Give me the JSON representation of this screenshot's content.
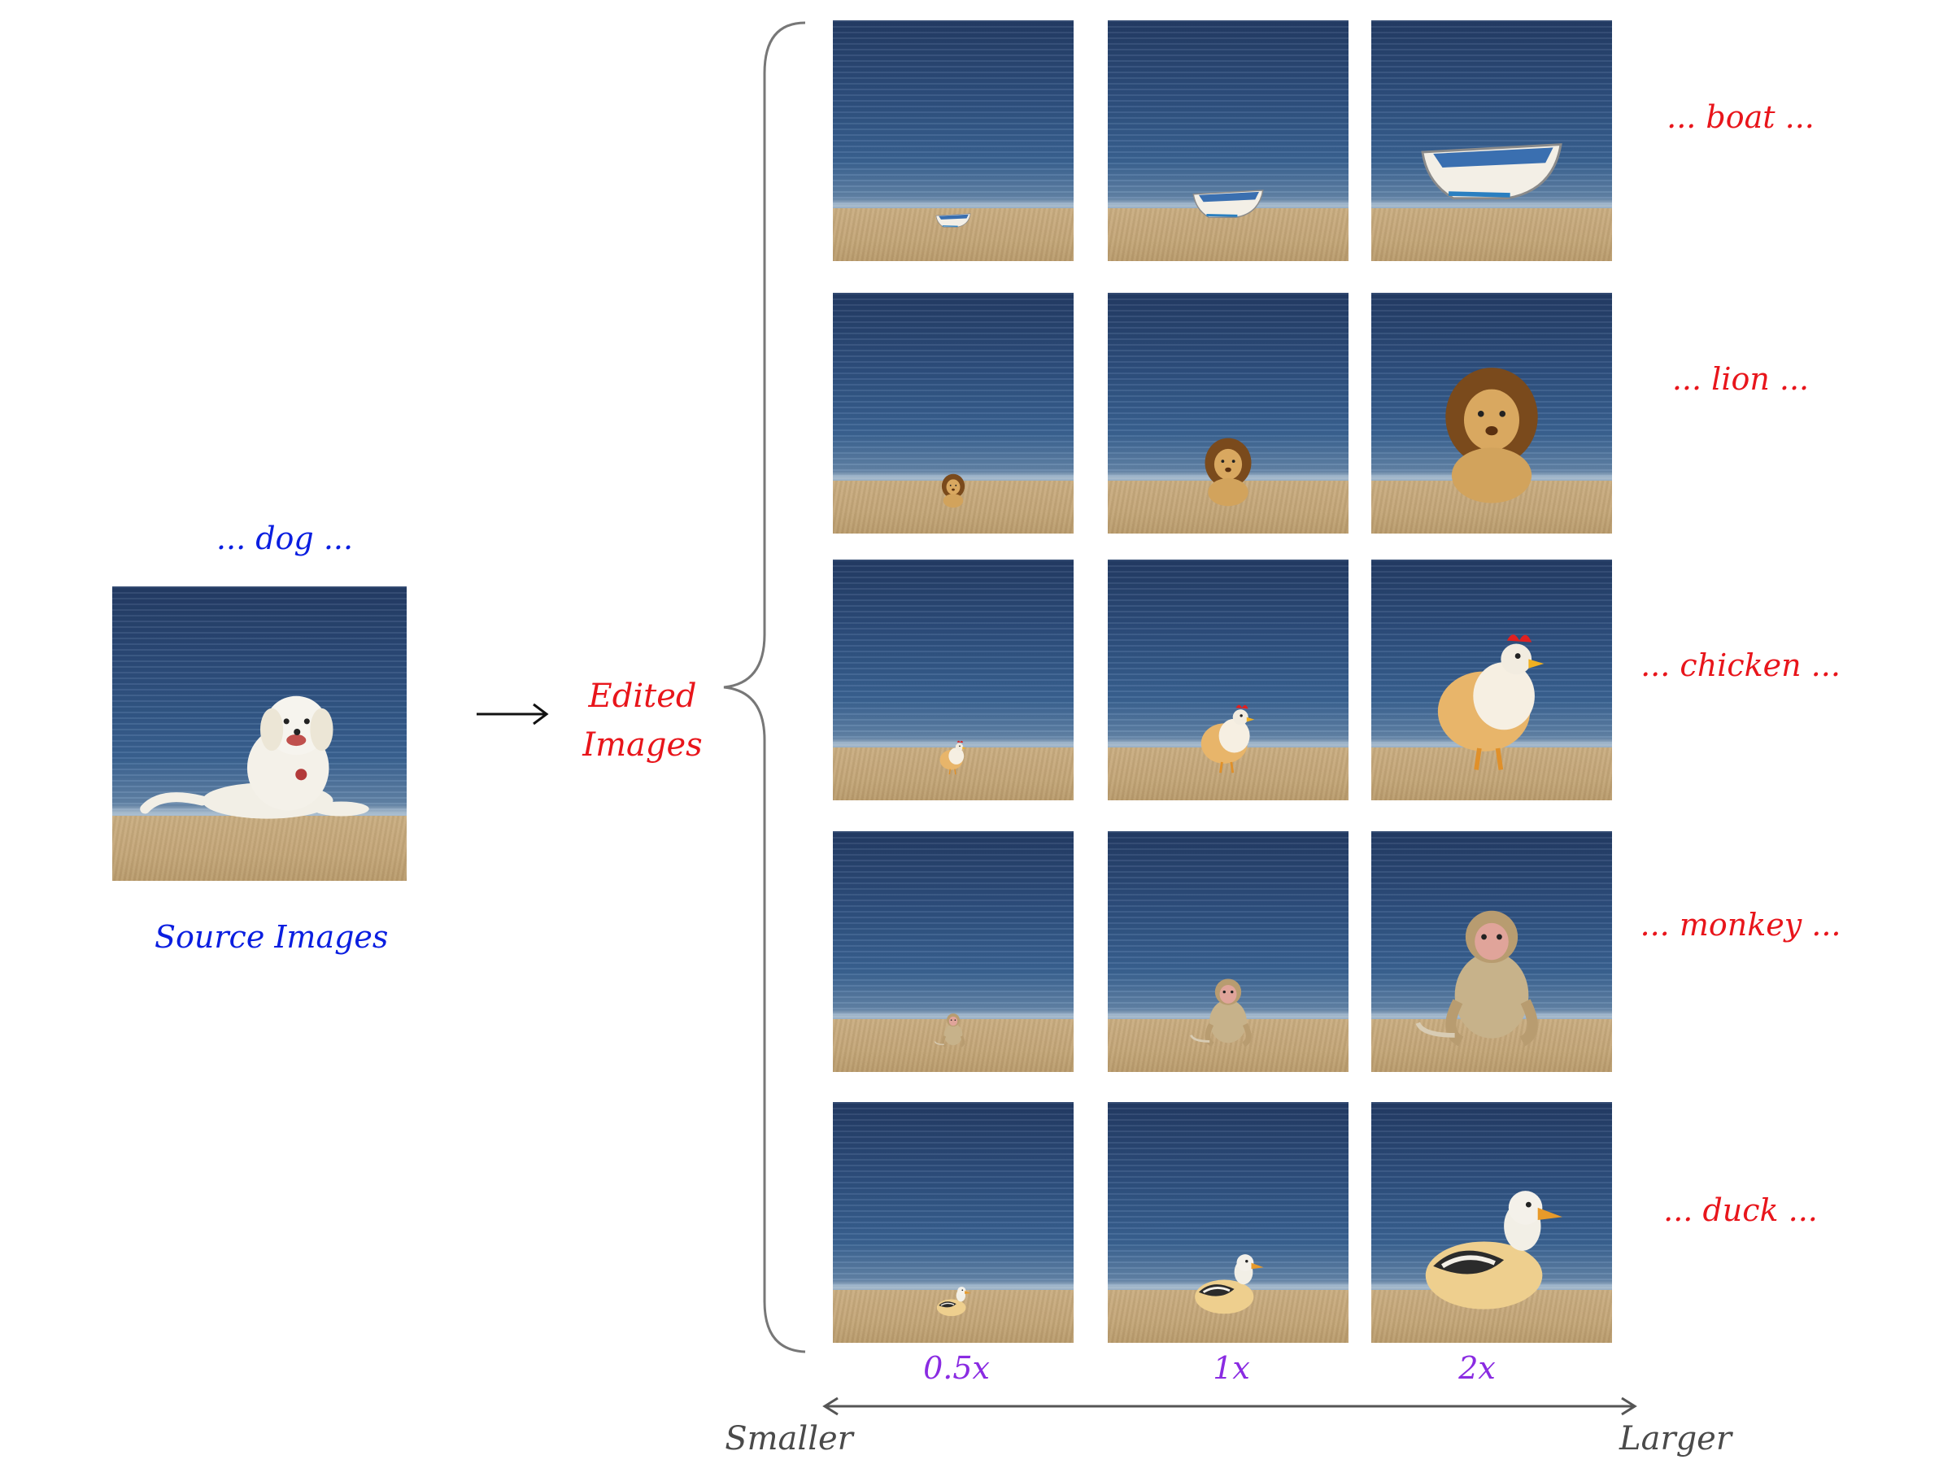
{
  "source": {
    "prompt": "... dog ...",
    "caption": "Source Images"
  },
  "edited_label": [
    "Edited",
    "Images"
  ],
  "rows": [
    {
      "prompt": "... boat ...",
      "subject": "boat"
    },
    {
      "prompt": "... lion ...",
      "subject": "lion"
    },
    {
      "prompt": "... chicken ...",
      "subject": "chicken"
    },
    {
      "prompt": "... monkey ...",
      "subject": "monkey"
    },
    {
      "prompt": "... duck ...",
      "subject": "duck"
    }
  ],
  "scales": [
    "0.5x",
    "1x",
    "2x"
  ],
  "axis": {
    "left": "Smaller",
    "right": "Larger"
  },
  "colors": {
    "source_text": "#0a1ee0",
    "edit_text": "#e8151b",
    "scale_text": "#8a2be2",
    "axis_text": "#4a4a4a"
  }
}
